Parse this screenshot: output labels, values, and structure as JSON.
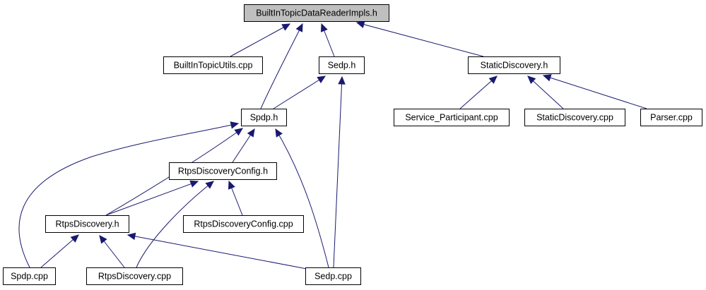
{
  "diagram": {
    "nodes": [
      {
        "id": "builtin_impls_h",
        "label": "BuiltInTopicDataReaderImpls.h",
        "root": true
      },
      {
        "id": "builtin_utils_cpp",
        "label": "BuiltInTopicUtils.cpp"
      },
      {
        "id": "sedp_h",
        "label": "Sedp.h"
      },
      {
        "id": "static_discovery_h",
        "label": "StaticDiscovery.h"
      },
      {
        "id": "spdp_h",
        "label": "Spdp.h"
      },
      {
        "id": "service_participant_cpp",
        "label": "Service_Participant.cpp"
      },
      {
        "id": "static_discovery_cpp",
        "label": "StaticDiscovery.cpp"
      },
      {
        "id": "parser_cpp",
        "label": "Parser.cpp"
      },
      {
        "id": "rtps_discovery_config_h",
        "label": "RtpsDiscoveryConfig.h"
      },
      {
        "id": "rtps_discovery_h",
        "label": "RtpsDiscovery.h"
      },
      {
        "id": "rtps_discovery_config_cpp",
        "label": "RtpsDiscoveryConfig.cpp"
      },
      {
        "id": "spdp_cpp",
        "label": "Spdp.cpp"
      },
      {
        "id": "rtps_discovery_cpp",
        "label": "RtpsDiscovery.cpp"
      },
      {
        "id": "sedp_cpp",
        "label": "Sedp.cpp"
      }
    ],
    "edges": [
      {
        "from": "builtin_utils_cpp",
        "to": "builtin_impls_h"
      },
      {
        "from": "spdp_h",
        "to": "builtin_impls_h"
      },
      {
        "from": "sedp_h",
        "to": "builtin_impls_h"
      },
      {
        "from": "static_discovery_h",
        "to": "builtin_impls_h"
      },
      {
        "from": "spdp_h",
        "to": "sedp_h"
      },
      {
        "from": "sedp_cpp",
        "to": "sedp_h"
      },
      {
        "from": "service_participant_cpp",
        "to": "static_discovery_h"
      },
      {
        "from": "static_discovery_cpp",
        "to": "static_discovery_h"
      },
      {
        "from": "parser_cpp",
        "to": "static_discovery_h"
      },
      {
        "from": "spdp_cpp",
        "to": "spdp_h"
      },
      {
        "from": "rtps_discovery_h",
        "to": "spdp_h"
      },
      {
        "from": "rtps_discovery_config_h",
        "to": "spdp_h"
      },
      {
        "from": "sedp_cpp",
        "to": "spdp_h"
      },
      {
        "from": "rtps_discovery_h",
        "to": "rtps_discovery_config_h"
      },
      {
        "from": "rtps_discovery_cpp",
        "to": "rtps_discovery_config_h"
      },
      {
        "from": "rtps_discovery_config_cpp",
        "to": "rtps_discovery_config_h"
      },
      {
        "from": "spdp_cpp",
        "to": "rtps_discovery_h"
      },
      {
        "from": "rtps_discovery_cpp",
        "to": "rtps_discovery_h"
      },
      {
        "from": "sedp_cpp",
        "to": "rtps_discovery_h"
      }
    ]
  }
}
